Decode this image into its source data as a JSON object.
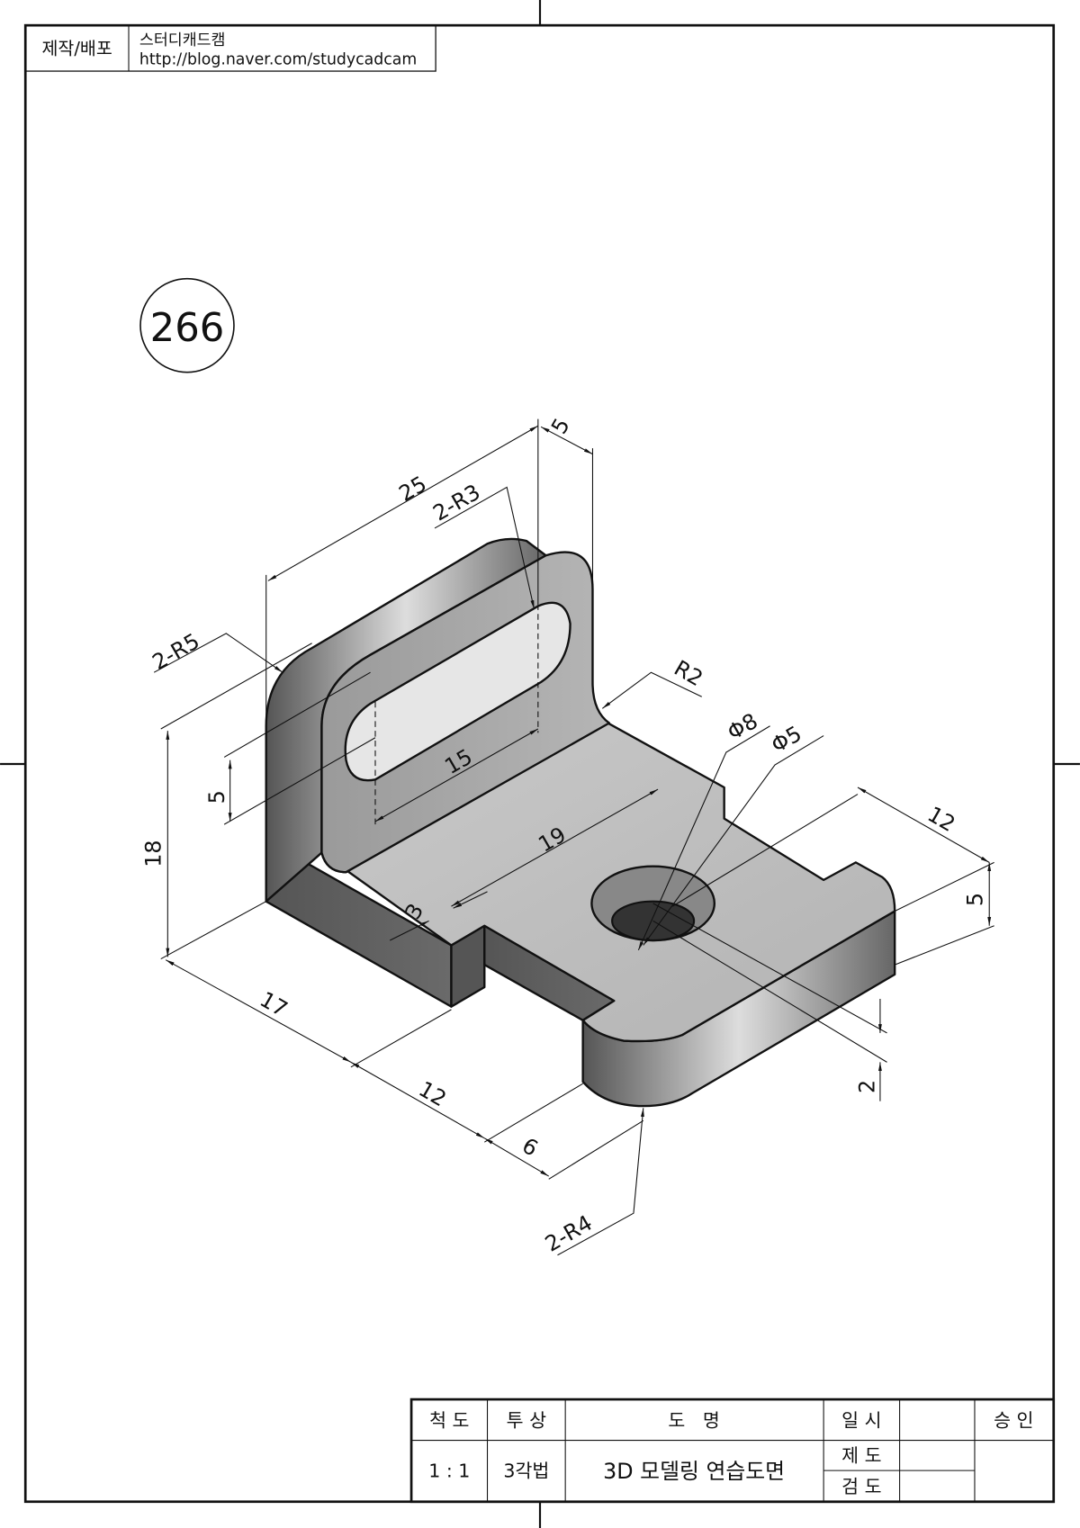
{
  "header": {
    "label": "제작/배포",
    "author": "스터디캐드캠",
    "url": "http://blog.naver.com/studycadcam"
  },
  "drawing_number": "266",
  "dimensions": {
    "d25": "25",
    "d5_top": "5",
    "r3": "2-R3",
    "r5": "2-R5",
    "r2": "R2",
    "phi8": "Φ8",
    "phi5": "Φ5",
    "d15": "15",
    "d5_slot": "5",
    "d18": "18",
    "d19": "19",
    "d3": "3",
    "d12_right": "12",
    "d5_right": "5",
    "d2": "2",
    "d17": "17",
    "d12_front": "12",
    "d6": "6",
    "r4": "2-R4"
  },
  "title_block": {
    "scale_label": "척 도",
    "projection_label": "투 상",
    "name_label": "도   명",
    "date_label": "일 시",
    "approve_label": "승 인",
    "scale": "1 : 1",
    "projection": "3각법",
    "name": "3D 모델링 연습도면",
    "drawn_label": "제 도",
    "checked_label": "검 도"
  }
}
